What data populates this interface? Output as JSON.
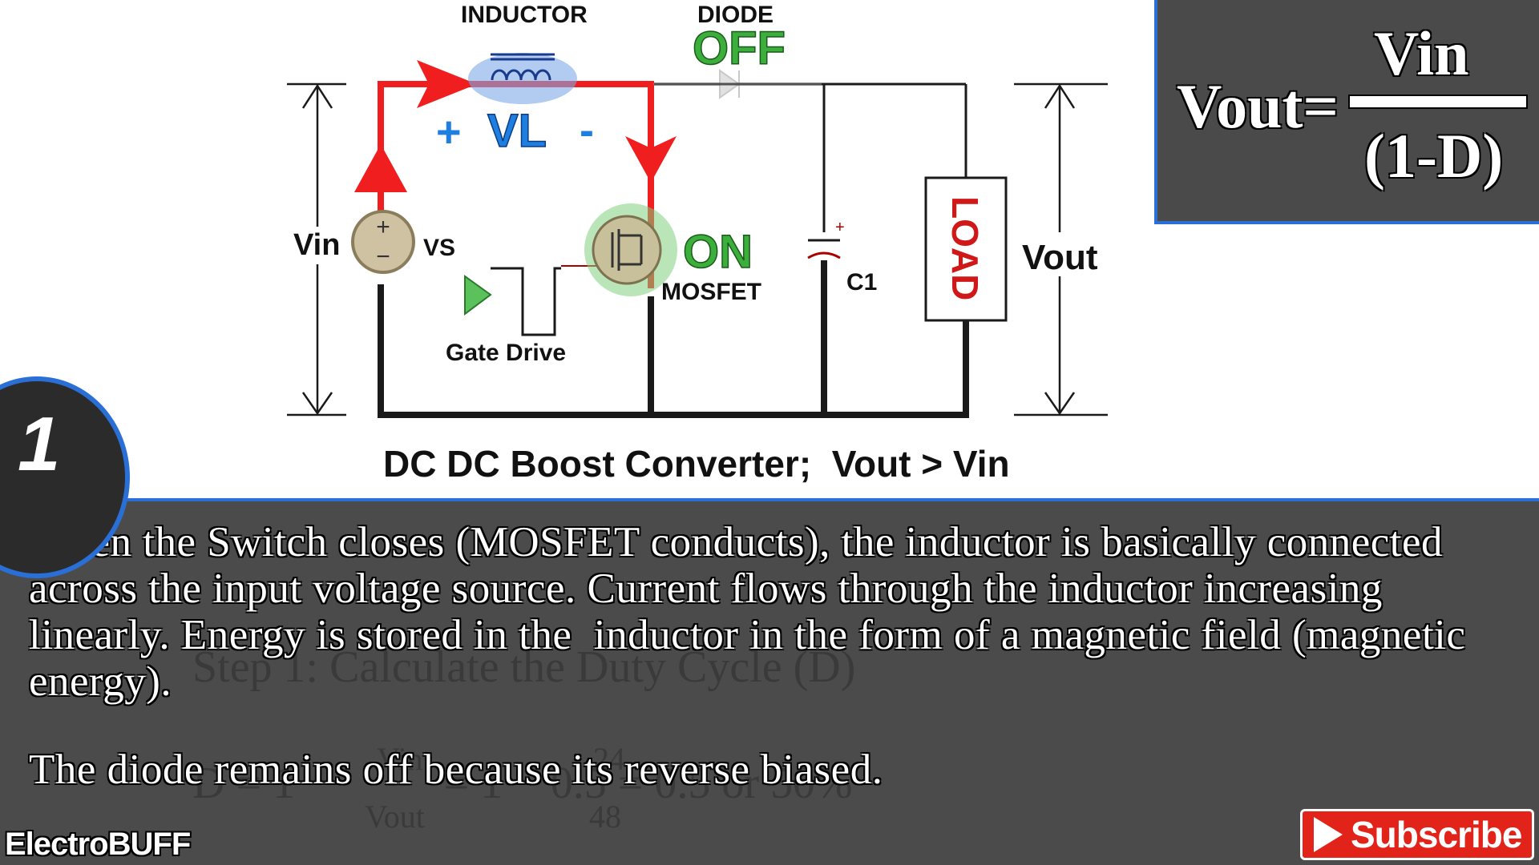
{
  "diagram": {
    "inductor_label": "INDUCTOR",
    "diode_label": "DIODE",
    "diode_state": "OFF",
    "vl_plus": "+",
    "vl_label": "VL",
    "vl_minus": "-",
    "vin_label": "Vin",
    "source_label": "VS",
    "source_plus": "+",
    "source_minus": "−",
    "mosfet_state": "ON",
    "mosfet_label": "MOSFET",
    "gate_drive_label": "Gate Drive",
    "capacitor_label": "C1",
    "capacitor_plus": "+",
    "load_label": "LOAD",
    "vout_label": "Vout",
    "caption": "DC DC Boost Converter;  Vout > Vin"
  },
  "formula": {
    "lhs": "Vout=",
    "numerator": "Vin",
    "denominator": "(1-D)"
  },
  "slide_number": "1",
  "narration": {
    "paragraph1": "When the Switch closes (MOSFET conducts), the inductor is basically connected across the input voltage source. Current flows through the inductor increasing linearly. Energy is stored in the  inductor in the form of a magnetic field (magnetic energy).",
    "paragraph2": "The diode remains off because its reverse biased."
  },
  "background_ghost": {
    "title": "Step 1: Calculate the Duty Cycle (D)",
    "equation": "D = 1 −          = 1 − 0.5 = 0.5 or 50%",
    "vin": "Vin",
    "vout": "Vout",
    "vin_value": "24",
    "vout_value": "48"
  },
  "brand": "ElectroBUFF",
  "subscribe_label": "Subscribe",
  "colors": {
    "current_path": "#f01e1e",
    "state_green": "#3cae3c",
    "vl_blue": "#1e7fe0",
    "panel_gray": "#4b4b4b",
    "accent_blue": "#2a6fd6",
    "subscribe_red": "#e2231a"
  }
}
